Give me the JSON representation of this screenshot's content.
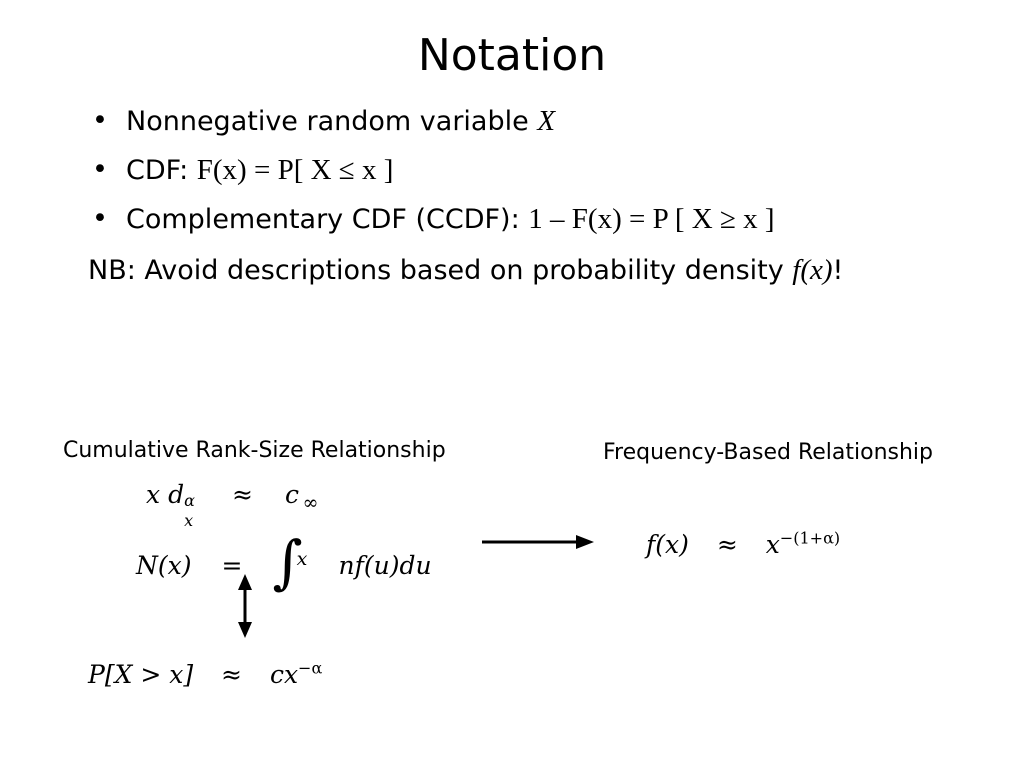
{
  "slide": {
    "title": "Notation",
    "bullet_marker": "•",
    "bullets": [
      {
        "text": "Nonnegative random variable ",
        "math": "X"
      },
      {
        "text": "CDF: ",
        "math": "F(x) = P[ X  ≤ x ]"
      },
      {
        "text": "Complementary CDF (CCDF): ",
        "math": "1 – F(x) = P [ X ≥ x ]"
      }
    ],
    "nb": {
      "text": "NB: Avoid descriptions based on probability density ",
      "math": "f(x)",
      "tail": "!"
    }
  },
  "diagram": {
    "left_caption": "Cumulative Rank-Size Relationship",
    "right_caption": "Frequency-Based Relationship",
    "eq_rank": {
      "lhs_x": "x",
      "lhs_d": "d",
      "sup": "α",
      "sub": "x",
      "op": "≈",
      "rhs": "c"
    },
    "eq_count": {
      "lhs": "N(x)",
      "op": "=",
      "integral": "∫",
      "upper": "∞",
      "lower": "x",
      "integrand": "nf(u)du"
    },
    "eq_frequency": {
      "lhs": "f(x)",
      "op": "≈",
      "base": "x",
      "exp": "−(1+α)"
    },
    "eq_ccdf": {
      "lhs": "P[X > x]",
      "op": "≈",
      "base": "cx",
      "exp": "−α"
    }
  }
}
